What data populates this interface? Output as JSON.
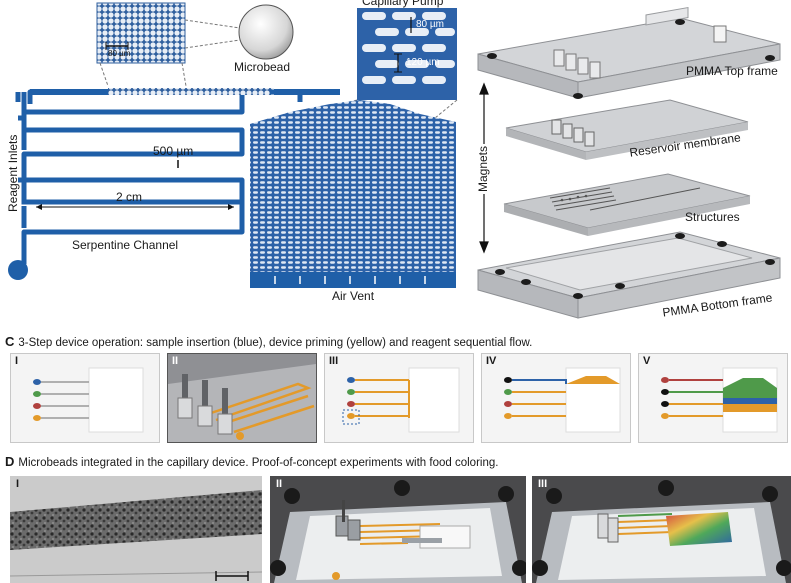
{
  "panel_a": {
    "capillary_pump": "Capillary Pump",
    "dim_80_top": "80 µm",
    "dim_120": "120 µm",
    "dim_80_inset": "80 µm",
    "microbead": "Microbead",
    "reagent_inlets": "Reagent Inlets",
    "dim_500": "500 µm",
    "dim_2cm": "2 cm",
    "serpentine_channel": "Serpentine Channel",
    "air_vent": "Air Vent"
  },
  "panel_b": {
    "pmma_top_frame": "PMMA Top frame",
    "reservoir_membrane": "Reservoir membrane",
    "structures": "Structures",
    "pmma_bottom_frame": "PMMA Bottom frame",
    "magnets": "Magnets"
  },
  "panel_c": {
    "letter": "C",
    "caption": "3-Step device operation: sample insertion (blue), device priming (yellow) and reagent sequential flow.",
    "steps": [
      "I",
      "II",
      "III",
      "IV",
      "V"
    ]
  },
  "panel_d": {
    "letter": "D",
    "caption": "Microbeads integrated in the capillary device. Proof-of-concept experiments with food coloring.",
    "photos": [
      "I",
      "II",
      "III"
    ]
  },
  "colors": {
    "channel_blue": "#1f5fa8",
    "pump_blue": "#2d62a8",
    "priming_yellow": "#e39a2a",
    "reagent_green": "#4f9a4a",
    "pmma_gray": "#c9cbce"
  }
}
